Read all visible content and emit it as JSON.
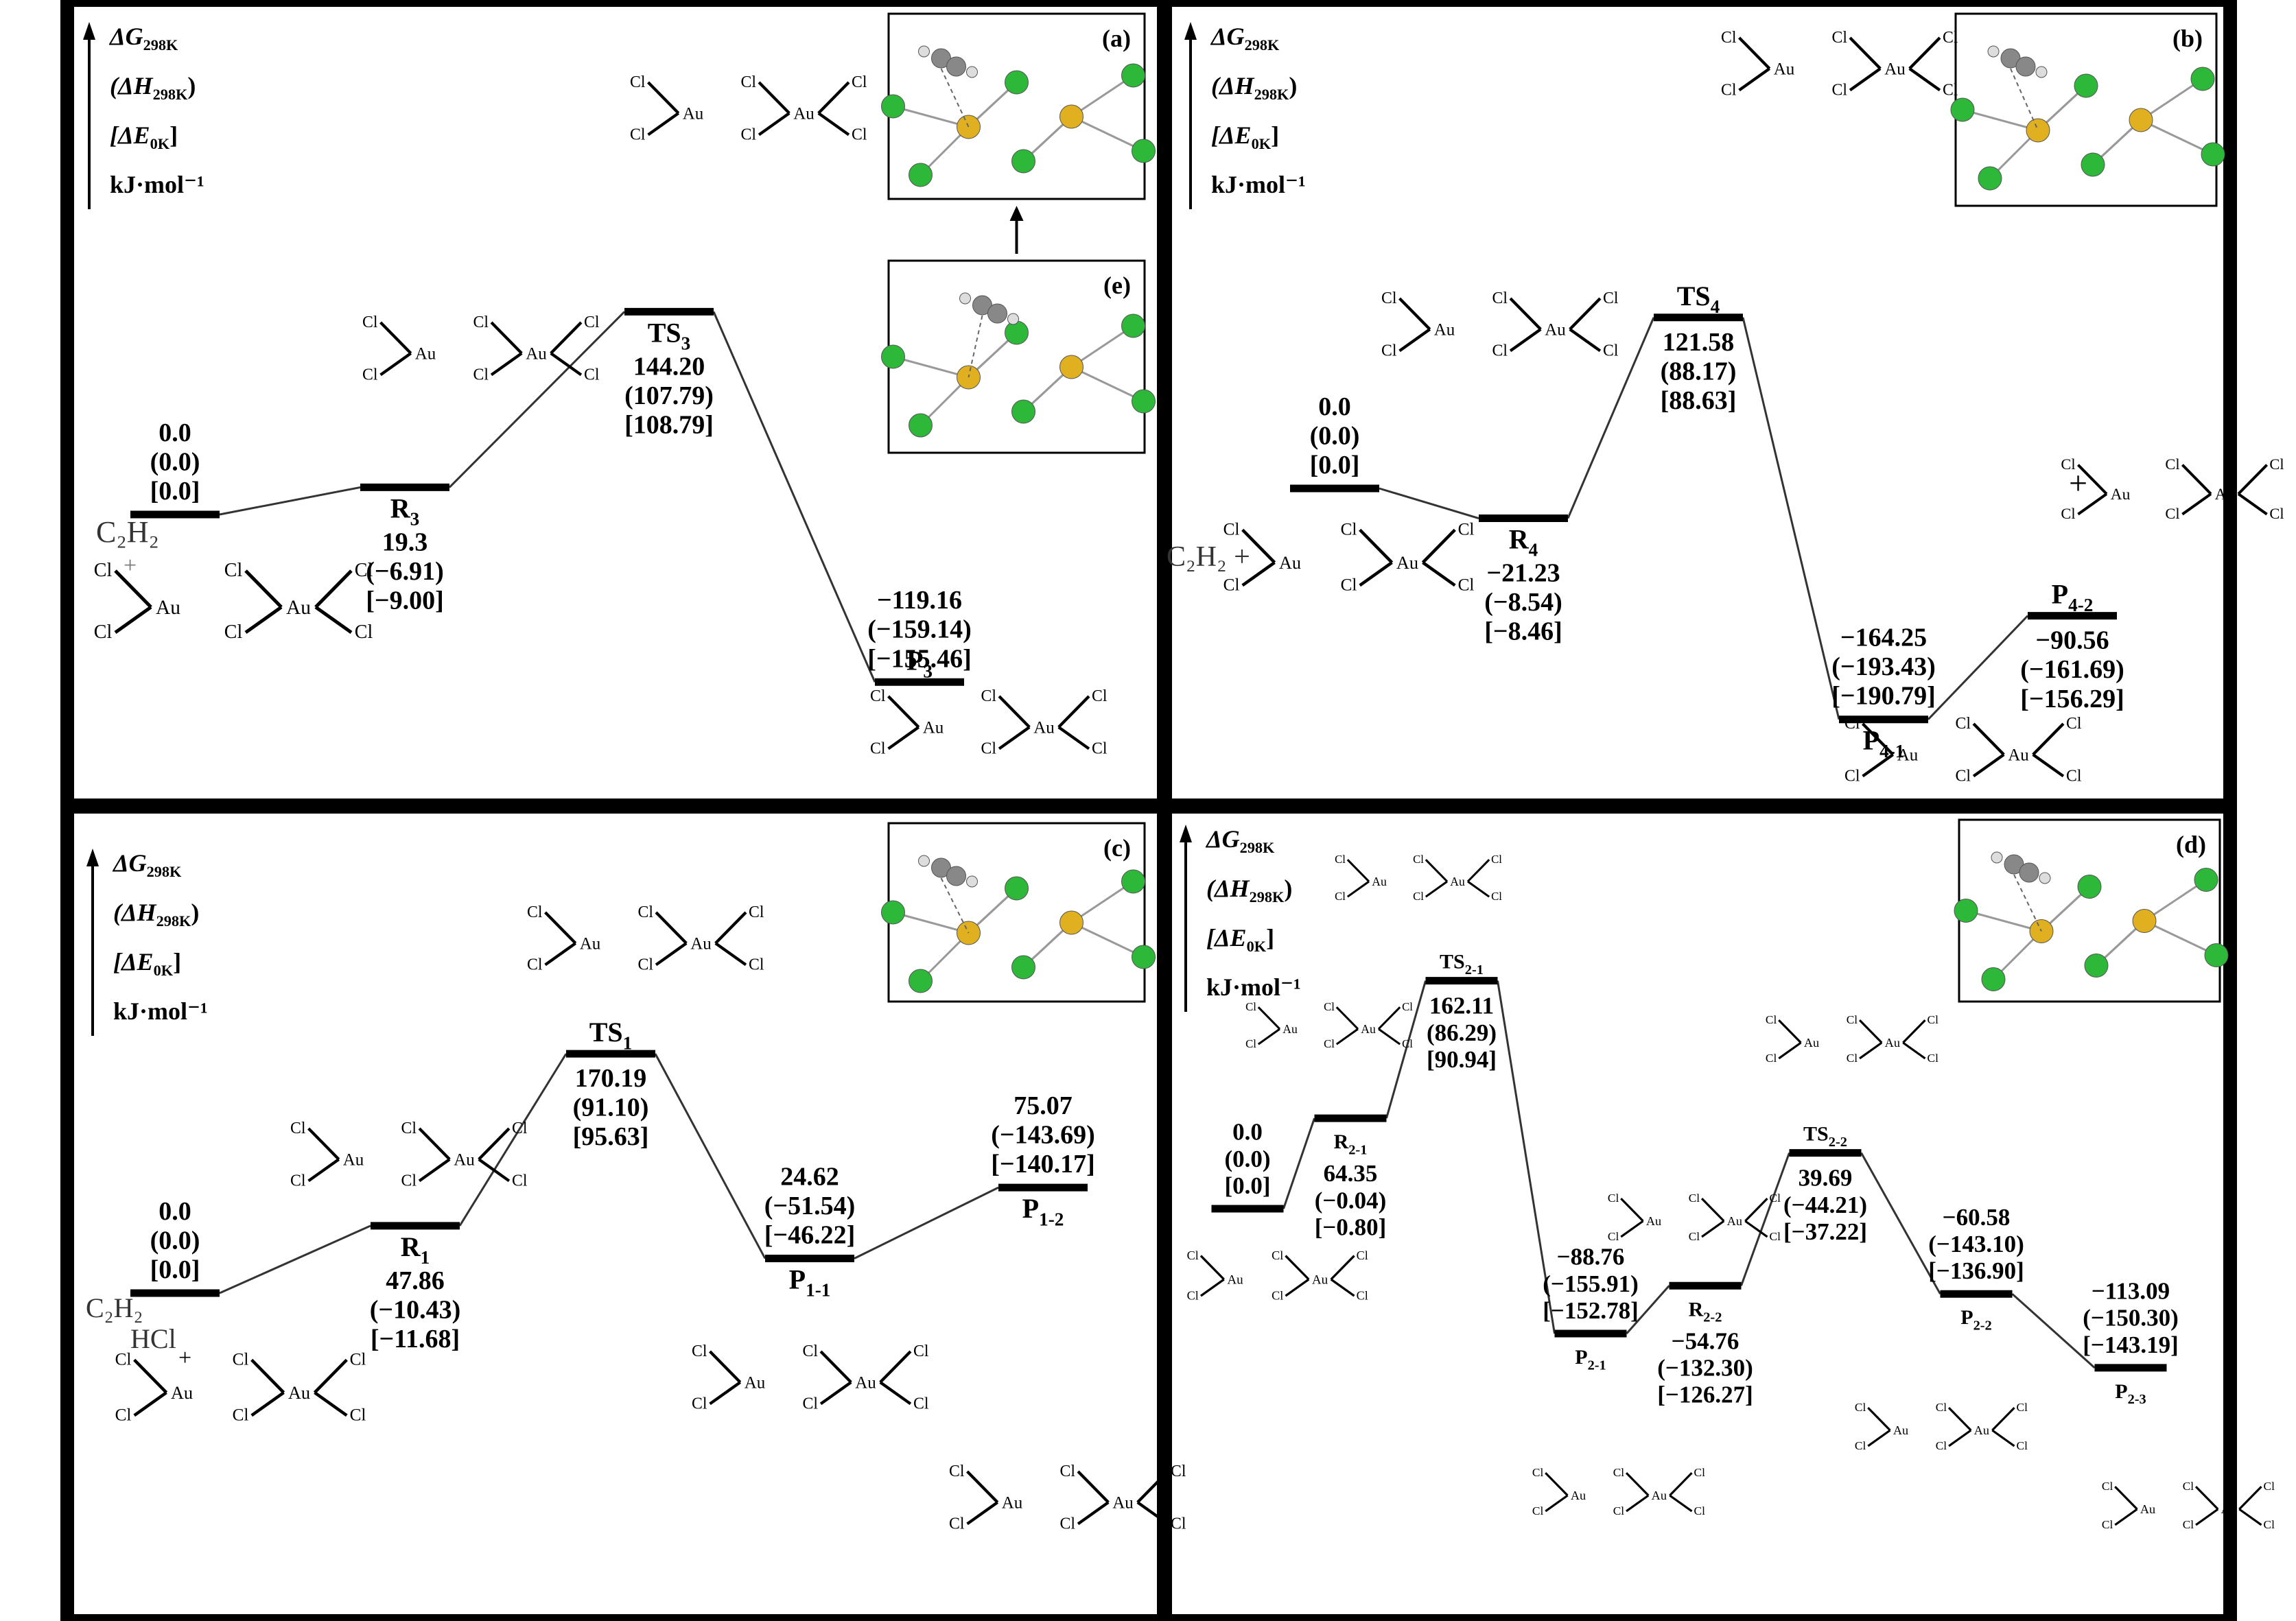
{
  "axis_label": {
    "dG": "ΔG",
    "dG_sub": "298K",
    "dH": "ΔH",
    "dH_sub": "298K",
    "dE": "ΔE",
    "dE_sub": "0K",
    "unit": "kJ·mol⁻¹"
  },
  "panels_text": {
    "a": {
      "letter": "(a)",
      "inset_letter": "(e)"
    },
    "b": {
      "letter": "(b)"
    },
    "c": {
      "letter": "(c)"
    },
    "d": {
      "letter": "(d)"
    }
  },
  "fragments": {
    "c2h2": "C₂H₂",
    "c2h2_plus": "C₂H₂ +",
    "hcl": "HCl",
    "plus": "+"
  },
  "chart_data": [
    {
      "type": "energy_profile",
      "panel": "a",
      "states": [
        {
          "label": "",
          "dG": 0.0,
          "dH": 0.0,
          "dE": 0.0,
          "text": [
            "0.0",
            "(0.0)",
            "[0.0]"
          ]
        },
        {
          "label": "R3",
          "dG": 19.3,
          "dH": -6.91,
          "dE": -9.0,
          "text": [
            "19.3",
            "(−6.91)",
            "[−9.00]"
          ]
        },
        {
          "label": "TS3",
          "dG": 144.2,
          "dH": 107.79,
          "dE": 108.79,
          "text": [
            "144.20",
            "(107.79)",
            "[108.79]"
          ]
        },
        {
          "label": "P3",
          "dG": -119.16,
          "dH": -159.14,
          "dE": -155.46,
          "text": [
            "−119.16",
            "(−159.14)",
            "[−155.46]"
          ]
        }
      ]
    },
    {
      "type": "energy_profile",
      "panel": "b",
      "states": [
        {
          "label": "",
          "dG": 0.0,
          "dH": 0.0,
          "dE": 0.0,
          "text": [
            "0.0",
            "(0.0)",
            "[0.0]"
          ]
        },
        {
          "label": "R4",
          "dG": -21.23,
          "dH": -8.54,
          "dE": -8.46,
          "text": [
            "−21.23",
            "(−8.54)",
            "[−8.46]"
          ]
        },
        {
          "label": "TS4",
          "dG": 121.58,
          "dH": 88.17,
          "dE": 88.63,
          "text": [
            "121.58",
            "(88.17)",
            "[88.63]"
          ]
        },
        {
          "label": "P4-1",
          "dG": -164.25,
          "dH": -193.43,
          "dE": -190.79,
          "text": [
            "−164.25",
            "(−193.43)",
            "[−190.79]"
          ]
        },
        {
          "label": "P4-2",
          "dG": -90.56,
          "dH": -161.69,
          "dE": -156.29,
          "text": [
            "−90.56",
            "(−161.69)",
            "[−156.29]"
          ]
        }
      ]
    },
    {
      "type": "energy_profile",
      "panel": "c",
      "states": [
        {
          "label": "",
          "dG": 0.0,
          "dH": 0.0,
          "dE": 0.0,
          "text": [
            "0.0",
            "(0.0)",
            "[0.0]"
          ]
        },
        {
          "label": "R1",
          "dG": 47.86,
          "dH": -10.43,
          "dE": -11.68,
          "text": [
            "47.86",
            "(−10.43)",
            "[−11.68]"
          ]
        },
        {
          "label": "TS1",
          "dG": 170.19,
          "dH": 91.1,
          "dE": 95.63,
          "text": [
            "170.19",
            "(91.10)",
            "[95.63]"
          ]
        },
        {
          "label": "P1-1",
          "dG": 24.62,
          "dH": -51.54,
          "dE": -46.22,
          "text": [
            "24.62",
            "(−51.54)",
            "[−46.22]"
          ]
        },
        {
          "label": "P1-2",
          "dG": 75.07,
          "dH": -143.69,
          "dE": -140.17,
          "text": [
            "75.07",
            "(−143.69)",
            "[−140.17]"
          ]
        }
      ]
    },
    {
      "type": "energy_profile",
      "panel": "d",
      "states": [
        {
          "label": "",
          "dG": 0.0,
          "dH": 0.0,
          "dE": 0.0,
          "text": [
            "0.0",
            "(0.0)",
            "[0.0]"
          ]
        },
        {
          "label": "R2-1",
          "dG": 64.35,
          "dH": -0.04,
          "dE": -0.8,
          "text": [
            "64.35",
            "(−0.04)",
            "[−0.80]"
          ]
        },
        {
          "label": "TS2-1",
          "dG": 162.11,
          "dH": 86.29,
          "dE": 90.94,
          "text": [
            "162.11",
            "(86.29)",
            "[90.94]"
          ]
        },
        {
          "label": "P2-1",
          "dG": -88.76,
          "dH": -155.91,
          "dE": -152.78,
          "text": [
            "−88.76",
            "(−155.91)",
            "[−152.78]"
          ]
        },
        {
          "label": "R2-2",
          "dG": -54.76,
          "dH": -132.3,
          "dE": -126.27,
          "text": [
            "−54.76",
            "(−132.30)",
            "[−126.27]"
          ]
        },
        {
          "label": "TS2-2",
          "dG": 39.69,
          "dH": -44.21,
          "dE": -37.22,
          "text": [
            "39.69",
            "(−44.21)",
            "[−37.22]"
          ]
        },
        {
          "label": "P2-2",
          "dG": -60.58,
          "dH": -143.1,
          "dE": -136.9,
          "text": [
            "−60.58",
            "(−143.10)",
            "[−136.90]"
          ]
        },
        {
          "label": "P2-3",
          "dG": -113.09,
          "dH": -150.3,
          "dE": -143.19,
          "text": [
            "−113.09",
            "(−150.30)",
            "[−143.19]"
          ]
        }
      ]
    }
  ],
  "colors": {
    "au": "#e0b020",
    "cl": "#2db83a",
    "c": "#888888",
    "h": "#dddddd",
    "border": "#000000"
  }
}
